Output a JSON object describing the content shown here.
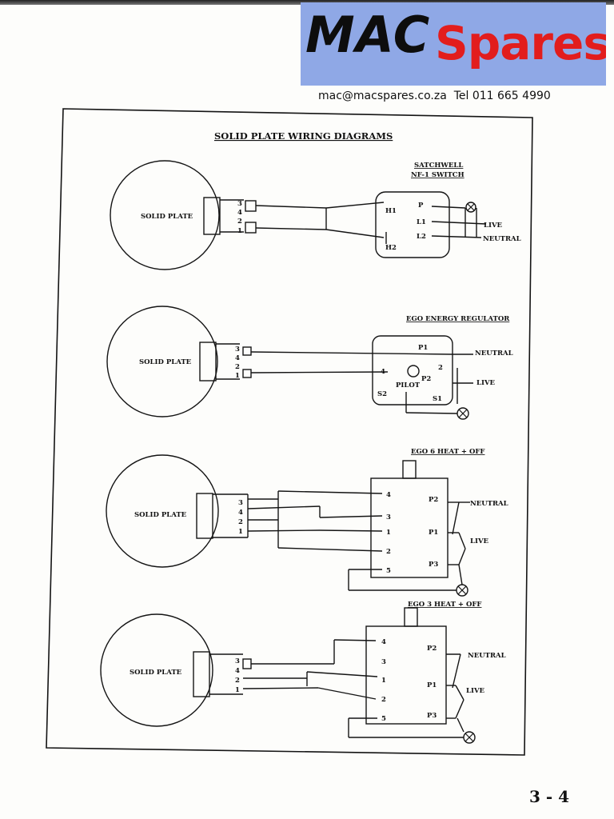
{
  "brand": {
    "mac": "MAC",
    "spares": "Spares",
    "contact": "mac@macspares.co.za  Tel 011 665 4990",
    "colors": {
      "background": "#8fa8e6",
      "mac": "#0d0d0d",
      "spares": "#e21d1d"
    }
  },
  "document": {
    "title": "SOLID PLATE WIRING DIAGRAMS",
    "page_number": "3 - 4"
  },
  "diagrams": [
    {
      "plate_label": "SOLID PLATE",
      "terminals": [
        "3",
        "4",
        "2",
        "1"
      ],
      "device_title": "SATCHWELL",
      "device_subtitle": "NF-1 SWITCH",
      "device_labels": {
        "h1": "H1",
        "h2": "H2",
        "p": "P",
        "l1": "L1",
        "l2": "L2"
      },
      "live": "LIVE",
      "neutral": "NEUTRAL"
    },
    {
      "plate_label": "SOLID PLATE",
      "terminals": [
        "3",
        "4",
        "2",
        "1"
      ],
      "device_title": "EGO ENERGY REGULATOR",
      "device_labels": {
        "p1": "P1",
        "t2": "2",
        "t4": "4",
        "p2": "P2",
        "pilot": "PILOT",
        "s2": "S2",
        "s1": "S1"
      },
      "live": "LIVE",
      "neutral": "NEUTRAL"
    },
    {
      "plate_label": "SOLID PLATE",
      "terminals": [
        "3",
        "4",
        "2",
        "1"
      ],
      "device_title": "EGO 6 HEAT + OFF",
      "device_terminals": [
        "4",
        "3",
        "1",
        "2",
        "5"
      ],
      "device_labels": {
        "p2": "P2",
        "p1": "P1",
        "p3": "P3"
      },
      "live": "LIVE",
      "neutral": "NEUTRAL"
    },
    {
      "plate_label": "SOLID PLATE",
      "terminals": [
        "3",
        "4",
        "2",
        "1"
      ],
      "device_title": "EGO 3 HEAT + OFF",
      "device_terminals": [
        "4",
        "3",
        "1",
        "2",
        "5"
      ],
      "device_labels": {
        "p2": "P2",
        "p1": "P1",
        "p3": "P3"
      },
      "live": "LIVE",
      "neutral": "NEUTRAL"
    }
  ]
}
